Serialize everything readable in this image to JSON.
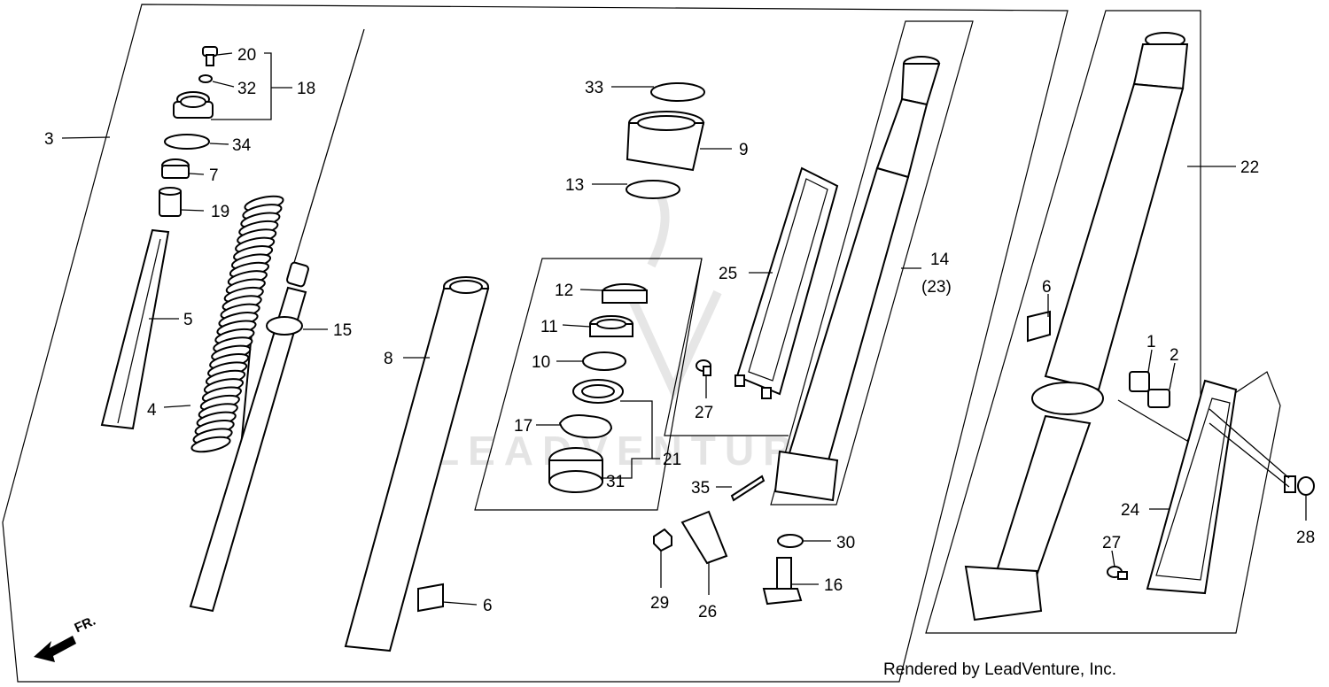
{
  "direction_label": "FR.",
  "credit": "Rendered by LeadVenture, Inc.",
  "watermark": "LEADVENTURE",
  "callouts": {
    "c1": "1",
    "c2": "2",
    "c3": "3",
    "c4": "4",
    "c5": "5",
    "c6a": "6",
    "c6b": "6",
    "c7": "7",
    "c8": "8",
    "c9": "9",
    "c10": "10",
    "c11": "11",
    "c12": "12",
    "c13": "13",
    "c14": "14",
    "c15": "15",
    "c16": "16",
    "c17": "17",
    "c18": "18",
    "c19": "19",
    "c20": "20",
    "c21": "21",
    "c22": "22",
    "c23": "(23)",
    "c24": "24",
    "c25": "25",
    "c26": "26",
    "c27a": "27",
    "c27b": "27",
    "c28": "28",
    "c29": "29",
    "c30": "30",
    "c31": "31",
    "c32": "32",
    "c33": "33",
    "c34": "34",
    "c35": "35"
  }
}
